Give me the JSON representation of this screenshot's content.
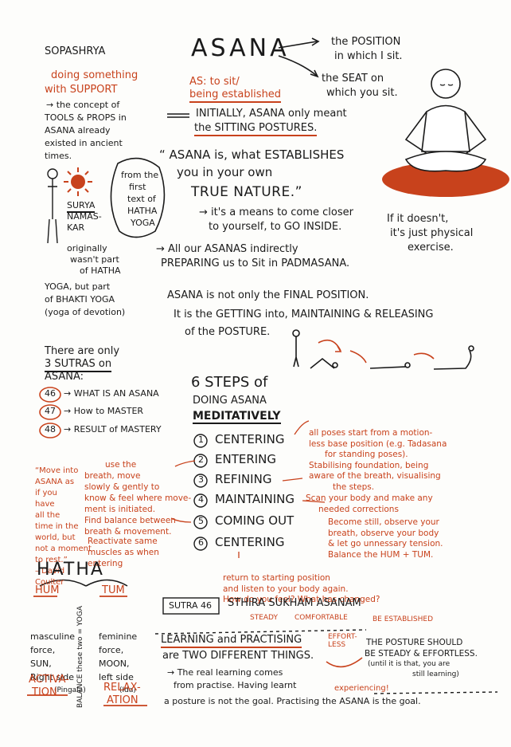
{
  "colors": {
    "ink": "#1a1a1a",
    "accent": "#c8421c",
    "paper": "#fdfdfb"
  },
  "title": {
    "main": "ASANA",
    "pos1": "the POSITION",
    "pos2": "in which I sit.",
    "seat1": "the SEAT on",
    "seat2": "which you sit.",
    "as1": "AS: to sit/",
    "as2": "being established"
  },
  "intro": {
    "l1": "INITIALLY, ASANA only meant",
    "l2": "the SITTING POSTURES."
  },
  "quote": {
    "l1": "“ ASANA is, what ESTABLISHES",
    "l2": "you in your own",
    "l3": "TRUE NATURE.”",
    "l4": "→ it's a means to come closer",
    "l5": "to yourself, to GO INSIDE.",
    "note1": "If it doesn't,",
    "note2": "it's just physical",
    "note3": "exercise.",
    "bubble": [
      "from the",
      "first",
      "text of",
      "HATHA",
      "YOGA"
    ],
    "all1": "→ All our ASANAS indirectly",
    "all2": "PREPARING us to Sit in PADMASANA."
  },
  "sopa": {
    "title": "SOPASHRYA",
    "l1": "doing something",
    "l2": "with SUPPORT",
    "l3": "→ the concept of",
    "l4": "TOOLS & PROPS in",
    "l5": "ASANA already",
    "l6": "existed in ancient",
    "l7": "times.",
    "surya": [
      "SURYA",
      "NAMAS-",
      "KAR"
    ],
    "orig": [
      "originally",
      "wasn't part",
      "of HATHA"
    ],
    "yoga1": "YOGA, but part",
    "yoga2": "of BHAKTI YOGA",
    "yoga3": "(yoga of devotion)"
  },
  "final": {
    "l1": "ASANA is not only the FINAL POSITION.",
    "l2": "It is the GETTING into, MAINTAINING & RELEASING",
    "l3": "of the POSTURE."
  },
  "sutras": {
    "l1": "There are only",
    "l2": "3 SUTRAS on",
    "l3": "ASANA:",
    "items": [
      {
        "num": "46",
        "text": "→ WHAT IS AN ASANA"
      },
      {
        "num": "47",
        "text": "→ How to MASTER"
      },
      {
        "num": "48",
        "text": "→ RESULT of MASTERY"
      }
    ]
  },
  "quote2": {
    "lines": [
      "“Move into",
      "ASANA as",
      "if you",
      "have",
      "all the",
      "time in the",
      "world, but",
      "not a moment",
      "to rest.”",
      "– David",
      "Coulter"
    ],
    "use": [
      "use the",
      "breath, move",
      "slowly & gently to",
      "know & feel where move-",
      "ment is initiated.",
      "Find balance between",
      "breath & movement."
    ],
    "reac": [
      "Reactivate same",
      "muscles as when",
      "entering"
    ]
  },
  "steps": {
    "title1": "6 STEPS of",
    "title2": "DOING ASANA",
    "title3": "MEDITATIVELY",
    "items": [
      {
        "n": "1",
        "label": "CENTERING"
      },
      {
        "n": "2",
        "label": "ENTERING"
      },
      {
        "n": "3",
        "label": "REFINING"
      },
      {
        "n": "4",
        "label": "MAINTAINING"
      },
      {
        "n": "5",
        "label": "COMING OUT"
      },
      {
        "n": "6",
        "label": "CENTERING"
      }
    ],
    "n1": [
      "all poses start from a motion-",
      "less base position (e.g. Tadasana",
      "for standing poses).",
      "Stabilising foundation, being",
      "aware of the breath, visualising",
      "the steps."
    ],
    "n3": [
      "Scan your body and make any",
      "needed corrections"
    ],
    "n4": [
      "Become still, observe your",
      "breath, observe your body",
      "& let go unnessary tension.",
      "Balance the HUM + TUM."
    ],
    "n6": [
      "return to starting position",
      "and listen to your body again.",
      "How do you feel? What has changed?"
    ]
  },
  "hatha": {
    "title": "HATHA",
    "hum": "HUM",
    "tum": "TUM",
    "left": [
      "masculine",
      "force,",
      "SUN,",
      "Right side",
      "(Pingala)"
    ],
    "right": [
      "feminine",
      "force,",
      "MOON,",
      "left side",
      "(Ida)"
    ],
    "mid1": "BALANCE these two = YOGA",
    "act": [
      "ACTIVA-",
      "TION"
    ],
    "rel": [
      "RELAX-",
      "ATION"
    ]
  },
  "sutra46": {
    "label": "SUTRA 46",
    "text": "STHIRA SUKHAM ASANAM",
    "steady": "STEADY",
    "comf": "COMFORTABLE",
    "est": "BE ESTABLISHED",
    "learn1": "LEARNING and PRACTISING",
    "learn2": "are TWO DIFFERENT THINGS.",
    "eff": "EFFORT-\nLESS",
    "p1": "THE POSTURE SHOULD",
    "p2": "BE STEADY & EFFORTLESS.",
    "p3": "(until it is that, you are",
    "p4": "still learning)",
    "r1": "→ The real learning comes",
    "r2": "from practise. Having learnt",
    "r3": "a posture is not the goal. Practising the ASANA is the goal.",
    "exp": "experiencing!"
  }
}
